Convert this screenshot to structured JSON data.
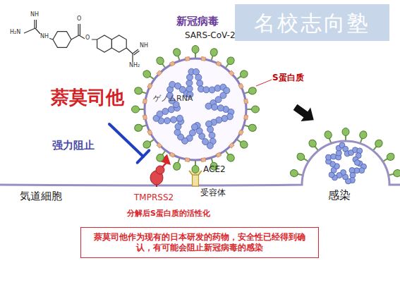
{
  "diagram": {
    "nodes": [
      {
        "text": [
          "名校志向塾"
        ]
      },
      {
        "text": [
          "ゲノムRNA"
        ]
      },
      {
        "text": [
          "萘莫司他作为现有的日本研发的药物，安全性已经得到确认，有可能会阻止新冠病毒的感染"
        ]
      }
    ],
    "labels": [
      "NH",
      "H₂N",
      "NH",
      "O",
      "O",
      "NH",
      "NH₂",
      "新冠病毒",
      "SARS-CoV-2",
      "S蛋白质",
      "萘莫司他",
      "强力阻止",
      "気道細胞",
      "TMPRSS2",
      "ACE2",
      "受容体",
      "分解后S蛋白质的活性化",
      "感染"
    ]
  }
}
